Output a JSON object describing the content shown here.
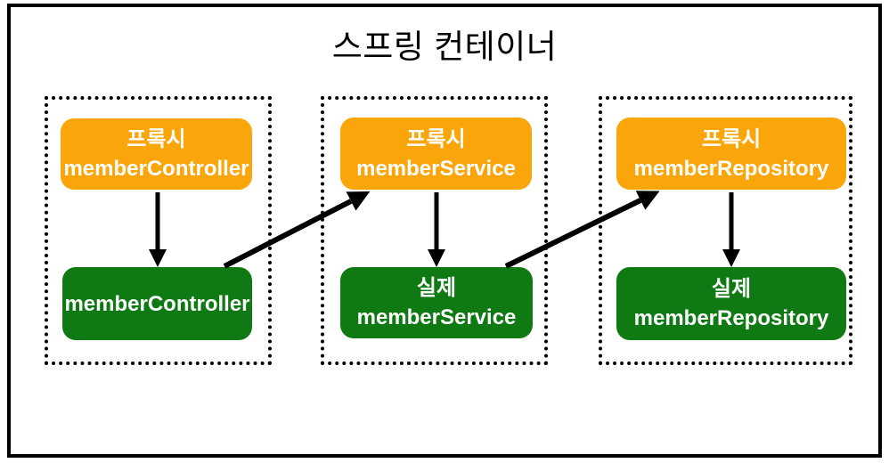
{
  "diagram": {
    "title": "스프링 컨테이너",
    "groups": [
      {
        "proxy": {
          "line1": "프록시",
          "line2": "memberController"
        },
        "real": {
          "line1": "",
          "line2": "memberController"
        }
      },
      {
        "proxy": {
          "line1": "프록시",
          "line2": "memberService"
        },
        "real": {
          "line1": "실제",
          "line2": "memberService"
        }
      },
      {
        "proxy": {
          "line1": "프록시",
          "line2": "memberRepository"
        },
        "real": {
          "line1": "실제",
          "line2": "memberRepository"
        }
      }
    ],
    "edges": [
      {
        "from": "프록시 memberController",
        "to": "memberController"
      },
      {
        "from": "memberController",
        "to": "프록시 memberService"
      },
      {
        "from": "프록시 memberService",
        "to": "실제 memberService"
      },
      {
        "from": "실제 memberService",
        "to": "프록시 memberRepository"
      },
      {
        "from": "프록시 memberRepository",
        "to": "실제 memberRepository"
      }
    ],
    "colors": {
      "proxy_box": "#FAA60A",
      "real_box": "#0F7A14",
      "box_text": "#FFFFFF",
      "arrow": "#000000",
      "frame_border": "#000000"
    }
  }
}
